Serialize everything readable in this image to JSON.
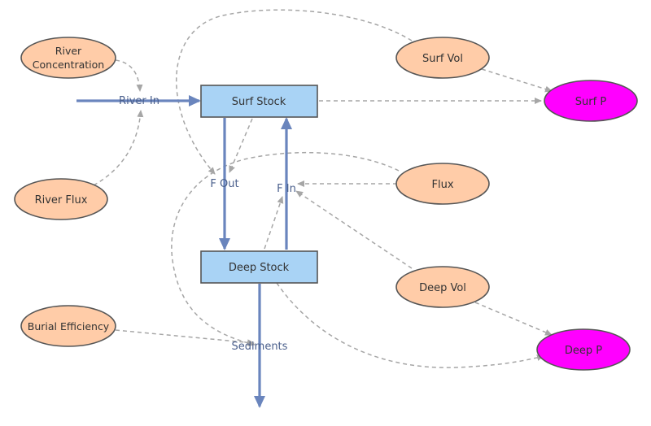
{
  "colors": {
    "variable_fill": "#ffcca8",
    "output_fill": "#ff00ff",
    "stock_fill": "#a9d3f5",
    "flow_stroke": "#6a85bd",
    "link_stroke": "#a6a6a6"
  },
  "stocks": {
    "surf_stock": "Surf Stock",
    "deep_stock": "Deep Stock"
  },
  "variables": {
    "river_concentration_line1": "River",
    "river_concentration_line2": "Concentration",
    "river_flux": "River Flux",
    "burial_efficiency": "Burial Efficiency",
    "surf_vol": "Surf Vol",
    "flux": "Flux",
    "deep_vol": "Deep Vol"
  },
  "outputs": {
    "surf_p": "Surf P",
    "deep_p": "Deep P"
  },
  "flows": {
    "river_in": "River In",
    "f_out": "F Out",
    "f_in": "F In",
    "sediments": "Sediments"
  }
}
